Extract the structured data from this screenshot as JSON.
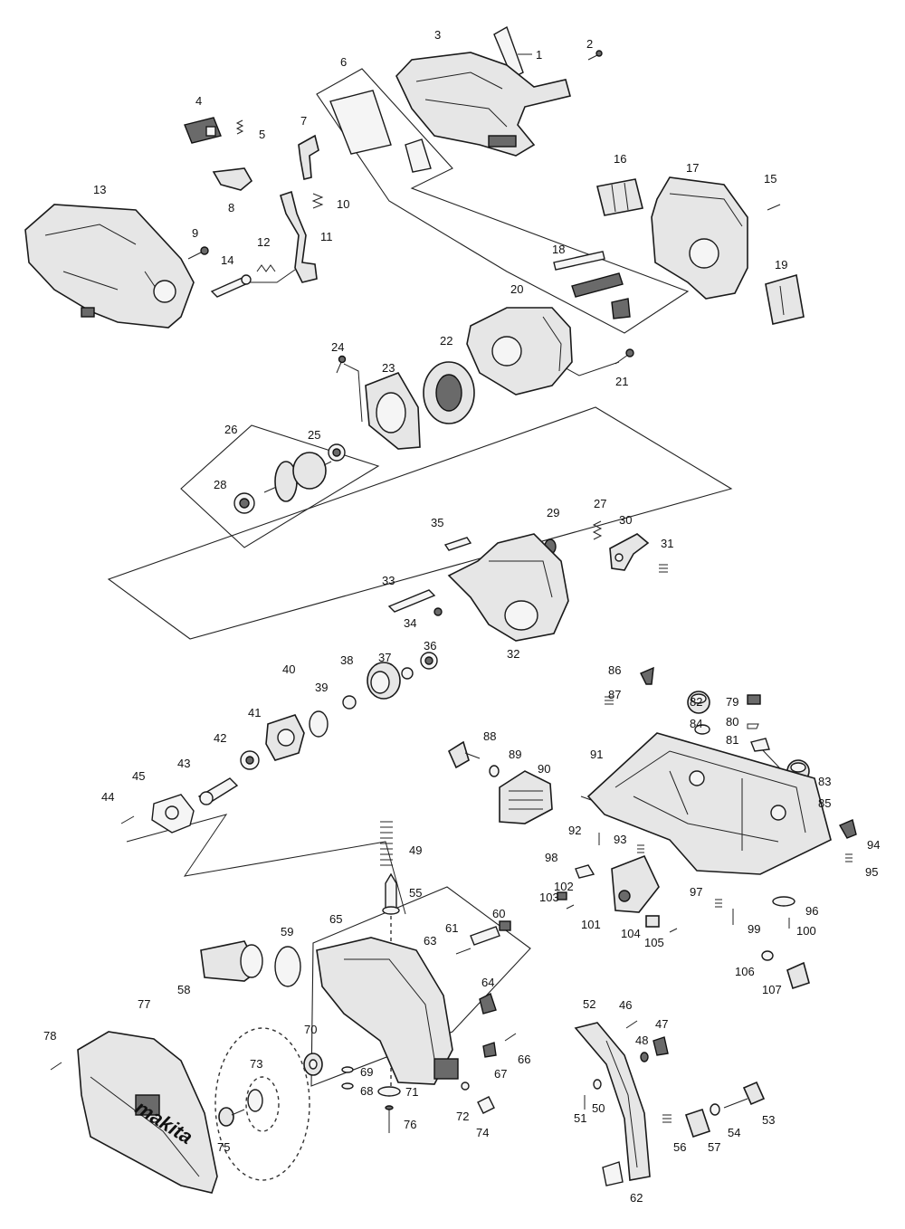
{
  "callouts": [
    "1",
    "2",
    "3",
    "4",
    "5",
    "6",
    "7",
    "8",
    "9",
    "10",
    "11",
    "12",
    "13",
    "14",
    "15",
    "16",
    "17",
    "18",
    "19",
    "20",
    "21",
    "22",
    "23",
    "24",
    "25",
    "26",
    "27",
    "28",
    "29",
    "30",
    "31",
    "32",
    "33",
    "34",
    "35",
    "36",
    "37",
    "38",
    "39",
    "40",
    "41",
    "42",
    "43",
    "44",
    "45",
    "46",
    "47",
    "48",
    "49",
    "50",
    "51",
    "52",
    "53",
    "54",
    "55",
    "56",
    "57",
    "58",
    "59",
    "60",
    "61",
    "62",
    "63",
    "64",
    "65",
    "66",
    "67",
    "68",
    "69",
    "70",
    "71",
    "72",
    "73",
    "74",
    "75",
    "76",
    "77",
    "78",
    "79",
    "80",
    "81",
    "82",
    "83",
    "84",
    "85",
    "86",
    "87",
    "88",
    "89",
    "90",
    "91",
    "92",
    "93",
    "94",
    "95",
    "96",
    "97",
    "98",
    "99",
    "100",
    "101",
    "102",
    "103",
    "104",
    "105",
    "106",
    "107"
  ],
  "brand_text": "makita"
}
